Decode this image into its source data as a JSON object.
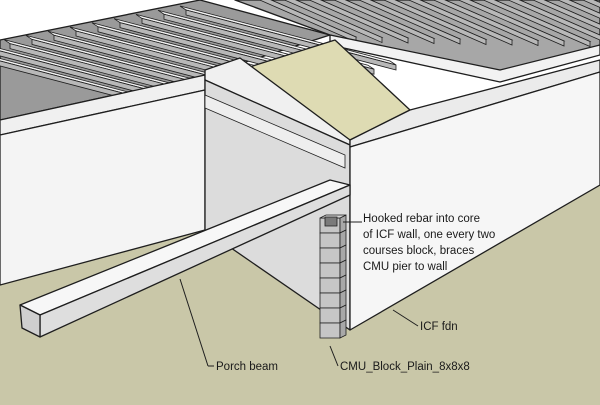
{
  "annotations": {
    "rebar_note": [
      "Hooked rebar into core",
      "of ICF wall, one every two",
      "courses block, braces",
      "CMU pier to wall"
    ],
    "icf_label": "ICF fdn",
    "porch_beam_label": "Porch beam",
    "cmu_label": "CMU_Block_Plain_8x8x8"
  },
  "colors": {
    "ground": "#c9c7a8",
    "wall_face": "#f5f5f5",
    "wall_shade": "#dcdcdc",
    "slab_tan": "#dedbb3",
    "joist_light": "#f2f2f2",
    "joist_dark": "#b8b8b8",
    "cmu_block": "#bdbdbd",
    "edge": "#1e1e1e"
  }
}
